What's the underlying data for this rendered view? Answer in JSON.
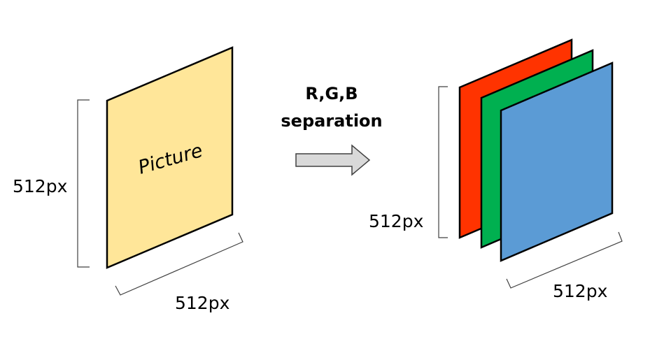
{
  "source": {
    "label": "Picture",
    "color": "#FFE699",
    "height_label": "512px",
    "width_label": "512px"
  },
  "operation": {
    "line1": "R,G,B",
    "line2": "separation",
    "arrow_color": "#D9D9D9"
  },
  "channels": {
    "colors": {
      "red": "#FF3300",
      "green": "#00B050",
      "blue": "#5B9BD5"
    },
    "height_label": "512px",
    "width_label": "512px"
  }
}
